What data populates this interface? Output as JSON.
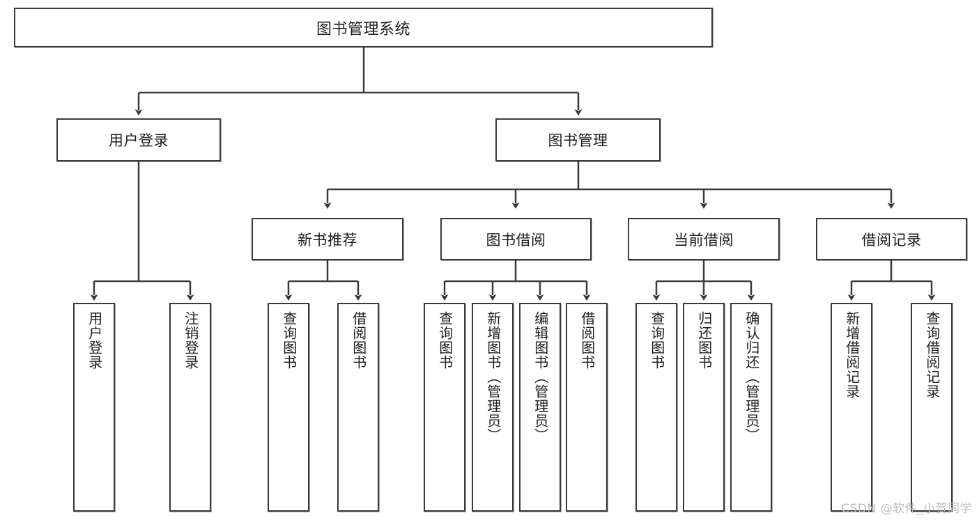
{
  "diagram": {
    "title": "图书管理系统",
    "type": "tree-hierarchy",
    "stroke_color": "#3a3a3a",
    "fill_color": "#ffffff",
    "text_color": "#1d1d1d",
    "nodes": {
      "root": "图书管理系统",
      "l2": [
        "用户登录",
        "图书管理"
      ],
      "l3": [
        "新书推荐",
        "图书借阅",
        "当前借阅",
        "借阅记录"
      ],
      "leaves_user_login": [
        "用户登录",
        "注销登录"
      ],
      "leaves_new_books": [
        "查询图书",
        "借阅图书"
      ],
      "leaves_book_borrow": [
        "查询图书",
        "新增图书（管理员）",
        "编辑图书（管理员）",
        "借阅图书"
      ],
      "leaves_current_borrow": [
        "查询图书",
        "归还图书",
        "确认归还（管理员）"
      ],
      "leaves_borrow_records": [
        "新增借阅记录",
        "查询借阅记录"
      ]
    }
  },
  "watermark": {
    "text": "CSDN @软件_小贺同学"
  }
}
